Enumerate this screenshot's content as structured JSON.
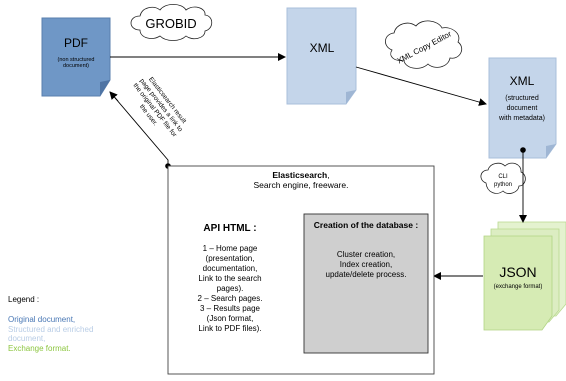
{
  "nodes": {
    "pdf": {
      "title": "PDF",
      "subtitle": [
        "(non structured",
        "document)"
      ],
      "fill": "#6f97c6"
    },
    "xml1": {
      "title": "XML",
      "fill": "#c4d5ea"
    },
    "xml2": {
      "title": "XML",
      "subtitle": [
        "(structured",
        "document",
        "with metadata)"
      ],
      "fill": "#c4d5ea"
    },
    "json": {
      "title": "JSON",
      "subtitle": [
        "(exchange format)"
      ],
      "fill": "#d6ebb4"
    },
    "elasticsearch": {
      "title": "Elasticsearch",
      "title_suffix": ",",
      "subtitle": "Search engine, freeware."
    },
    "api": {
      "title": "API HTML :",
      "lines": [
        "1 – Home page",
        "(presentation,",
        "documentation,",
        "Link to the search",
        "pages).",
        "2 – Search pages.",
        "3 – Results page",
        "(Json format,",
        "Link to PDF files)."
      ]
    },
    "database": {
      "title": "Creation of the database :",
      "lines": [
        "Cluster creation,",
        "Index creation,",
        "update/delete process."
      ],
      "fill": "#cfcfcf"
    }
  },
  "clouds": {
    "grobid": "GROBID",
    "xml_copy_editor": "XML Copy Editor",
    "cli": [
      "CLI",
      "python"
    ]
  },
  "annotations": {
    "return_link": [
      "Elasticsearch result",
      "page provides a link to",
      "the original PDF file for",
      "the user."
    ]
  },
  "legend": {
    "title": "Legend :",
    "items": [
      {
        "text": [
          "Original document,"
        ],
        "color": "#4a78b5"
      },
      {
        "text": [
          "Structured and enriched",
          "document,"
        ],
        "color": "#b9cde6"
      },
      {
        "text": [
          "Exchange format."
        ],
        "color": "#8cc63f"
      }
    ]
  },
  "colors": {
    "line": "#000000",
    "box_border": "#444444"
  }
}
